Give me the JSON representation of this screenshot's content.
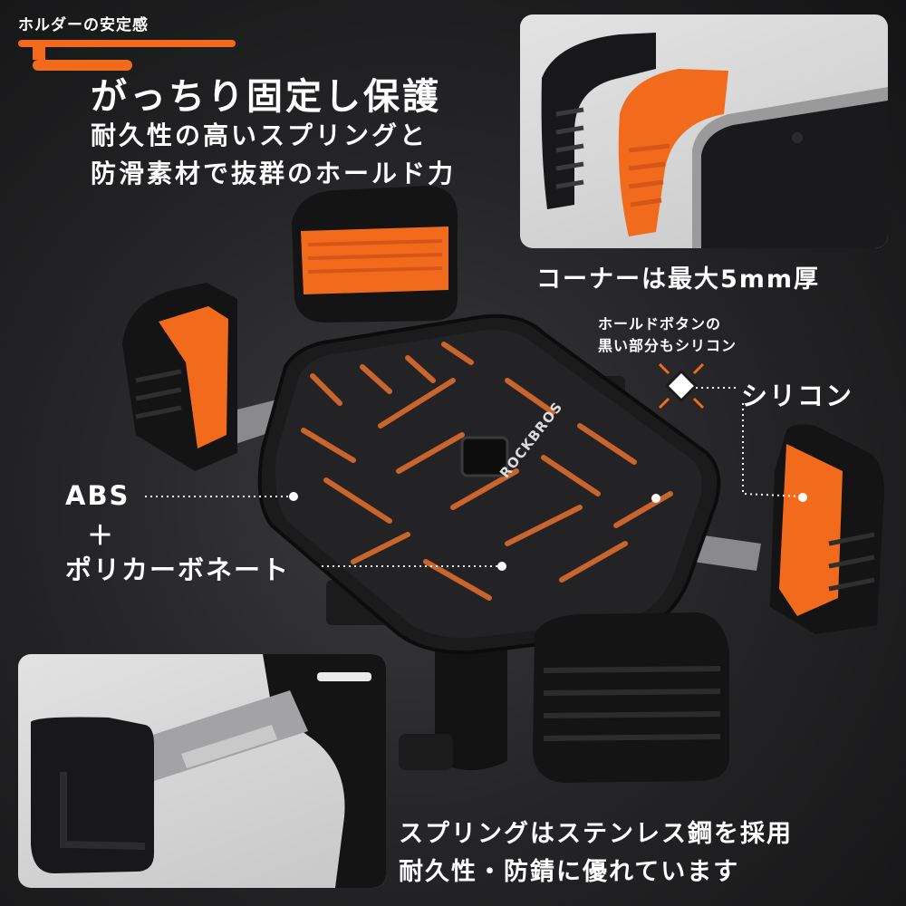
{
  "header": {
    "tag": "ホルダーの安定感",
    "headline": "がっちり固定し保護",
    "subline1": "耐久性の高いスプリングと",
    "subline2": "防滑素材で抜群のホールド力"
  },
  "inset_top": {
    "caption": "コーナーは最大5mm厚"
  },
  "inset_bottom": {
    "caption1": "スプリングはステンレス鋼を採用",
    "caption2": "耐久性・防錆に優れています"
  },
  "callouts": {
    "hold_button_note1": "ホールドボタンの",
    "hold_button_note2": "黒い部分もシリコン",
    "silicone": "シリコン",
    "abs": "ABS",
    "plus": "＋",
    "polycarbonate": "ポリカーボネート"
  },
  "product": {
    "brand": "ROCKBROS"
  },
  "colors": {
    "accent": "#f26b1d",
    "body": "#1b1b1c",
    "stripe": "#c8642c"
  }
}
